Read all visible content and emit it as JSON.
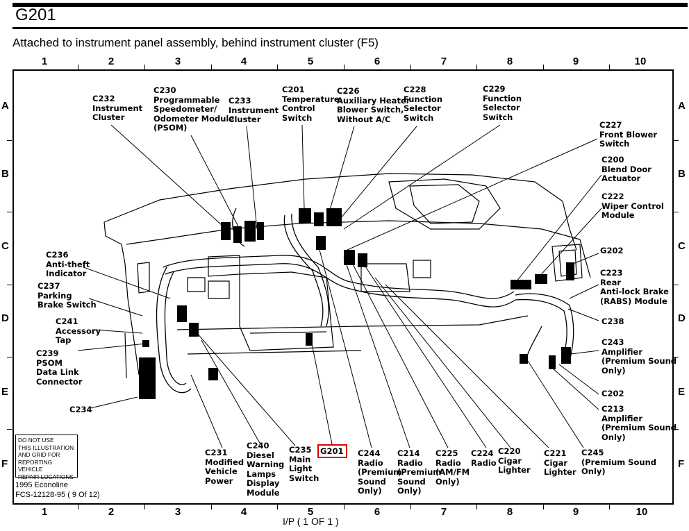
{
  "header": {
    "title": "G201",
    "subtitle": "Attached to instrument panel assembly, behind instrument cluster (F5)"
  },
  "grid": {
    "columns": [
      "1",
      "2",
      "3",
      "4",
      "5",
      "6",
      "7",
      "8",
      "9",
      "10"
    ],
    "rows": [
      "A",
      "B",
      "C",
      "D",
      "E",
      "F"
    ]
  },
  "callouts": [
    {
      "id": "c232",
      "lines": [
        "C232",
        "Instrument",
        "Cluster"
      ]
    },
    {
      "id": "c230",
      "lines": [
        "C230",
        "Programmable",
        "Speedometer/",
        "Odometer Module",
        "(PSOM)"
      ]
    },
    {
      "id": "c233",
      "lines": [
        "C233",
        "Instrument",
        "Cluster"
      ]
    },
    {
      "id": "c201",
      "lines": [
        "C201",
        "Temperature",
        "Control",
        "Switch"
      ]
    },
    {
      "id": "c226",
      "lines": [
        "C226",
        "Auxiliary Heater",
        "Blower Switch,",
        "Without A/C"
      ]
    },
    {
      "id": "c228",
      "lines": [
        "C228",
        "Function",
        "Selector",
        "Switch"
      ]
    },
    {
      "id": "c229",
      "lines": [
        "C229",
        "Function",
        "Selector",
        "Switch"
      ]
    },
    {
      "id": "c227",
      "lines": [
        "C227",
        "Front Blower",
        "Switch"
      ]
    },
    {
      "id": "c200",
      "lines": [
        "C200",
        "Blend Door",
        "Actuator"
      ]
    },
    {
      "id": "c222",
      "lines": [
        "C222",
        "Wiper Control",
        "Module"
      ]
    },
    {
      "id": "g202",
      "lines": [
        "G202"
      ]
    },
    {
      "id": "c223",
      "lines": [
        "C223",
        "Rear",
        "Anti-lock Brake",
        "(RABS) Module"
      ]
    },
    {
      "id": "c238",
      "lines": [
        "C238"
      ]
    },
    {
      "id": "c243",
      "lines": [
        "C243",
        "Amplifier",
        "(Premium Sound",
        "Only)"
      ]
    },
    {
      "id": "c202",
      "lines": [
        "C202"
      ]
    },
    {
      "id": "c213",
      "lines": [
        "C213",
        "Amplifier",
        "(Premium Sound",
        "Only)"
      ]
    },
    {
      "id": "c236",
      "lines": [
        "C236",
        "Anti-theft",
        "Indicator"
      ]
    },
    {
      "id": "c237",
      "lines": [
        "C237",
        "Parking",
        "Brake Switch"
      ]
    },
    {
      "id": "c241",
      "lines": [
        "C241",
        "Accessory",
        "Tap"
      ]
    },
    {
      "id": "c239",
      "lines": [
        "C239",
        "PSOM",
        "Data Link",
        "Connector"
      ]
    },
    {
      "id": "c234",
      "lines": [
        "C234"
      ]
    },
    {
      "id": "c231",
      "lines": [
        "C231",
        "Modified",
        "Vehicle",
        "Power"
      ]
    },
    {
      "id": "c240",
      "lines": [
        "C240",
        "Diesel",
        "Warning",
        "Lamps",
        "Display",
        "Module"
      ]
    },
    {
      "id": "c235",
      "lines": [
        "C235",
        "Main",
        "Light",
        "Switch"
      ]
    },
    {
      "id": "c244",
      "lines": [
        "C244",
        "Radio",
        "(Premium",
        "Sound",
        "Only)"
      ]
    },
    {
      "id": "c214",
      "lines": [
        "C214",
        "Radio",
        "(Premium",
        "Sound",
        "Only)"
      ]
    },
    {
      "id": "c225",
      "lines": [
        "C225",
        "Radio",
        "(AM/FM",
        "Only)"
      ]
    },
    {
      "id": "c224",
      "lines": [
        "C224",
        "Radio"
      ]
    },
    {
      "id": "c220",
      "lines": [
        "C220",
        "Cigar",
        "Lighter"
      ]
    },
    {
      "id": "c221",
      "lines": [
        "C221",
        "Cigar",
        "Lighter"
      ]
    },
    {
      "id": "c245",
      "lines": [
        "C245",
        "(Premium Sound",
        "Only)"
      ]
    }
  ],
  "highlight": {
    "label": "G201",
    "color": "#dd0000"
  },
  "disclaimer": "DO NOT USE\nTHIS ILLUSTRATION\nAND GRID FOR\nREPORTING VEHICLE\nREPAIR LOCATIONS",
  "vehicle": {
    "model": "1995 Econoline",
    "code": "FCS-12128-95 ( 9 Of 12)"
  },
  "footer": {
    "page": "I/P ( 1 OF 1 )"
  }
}
